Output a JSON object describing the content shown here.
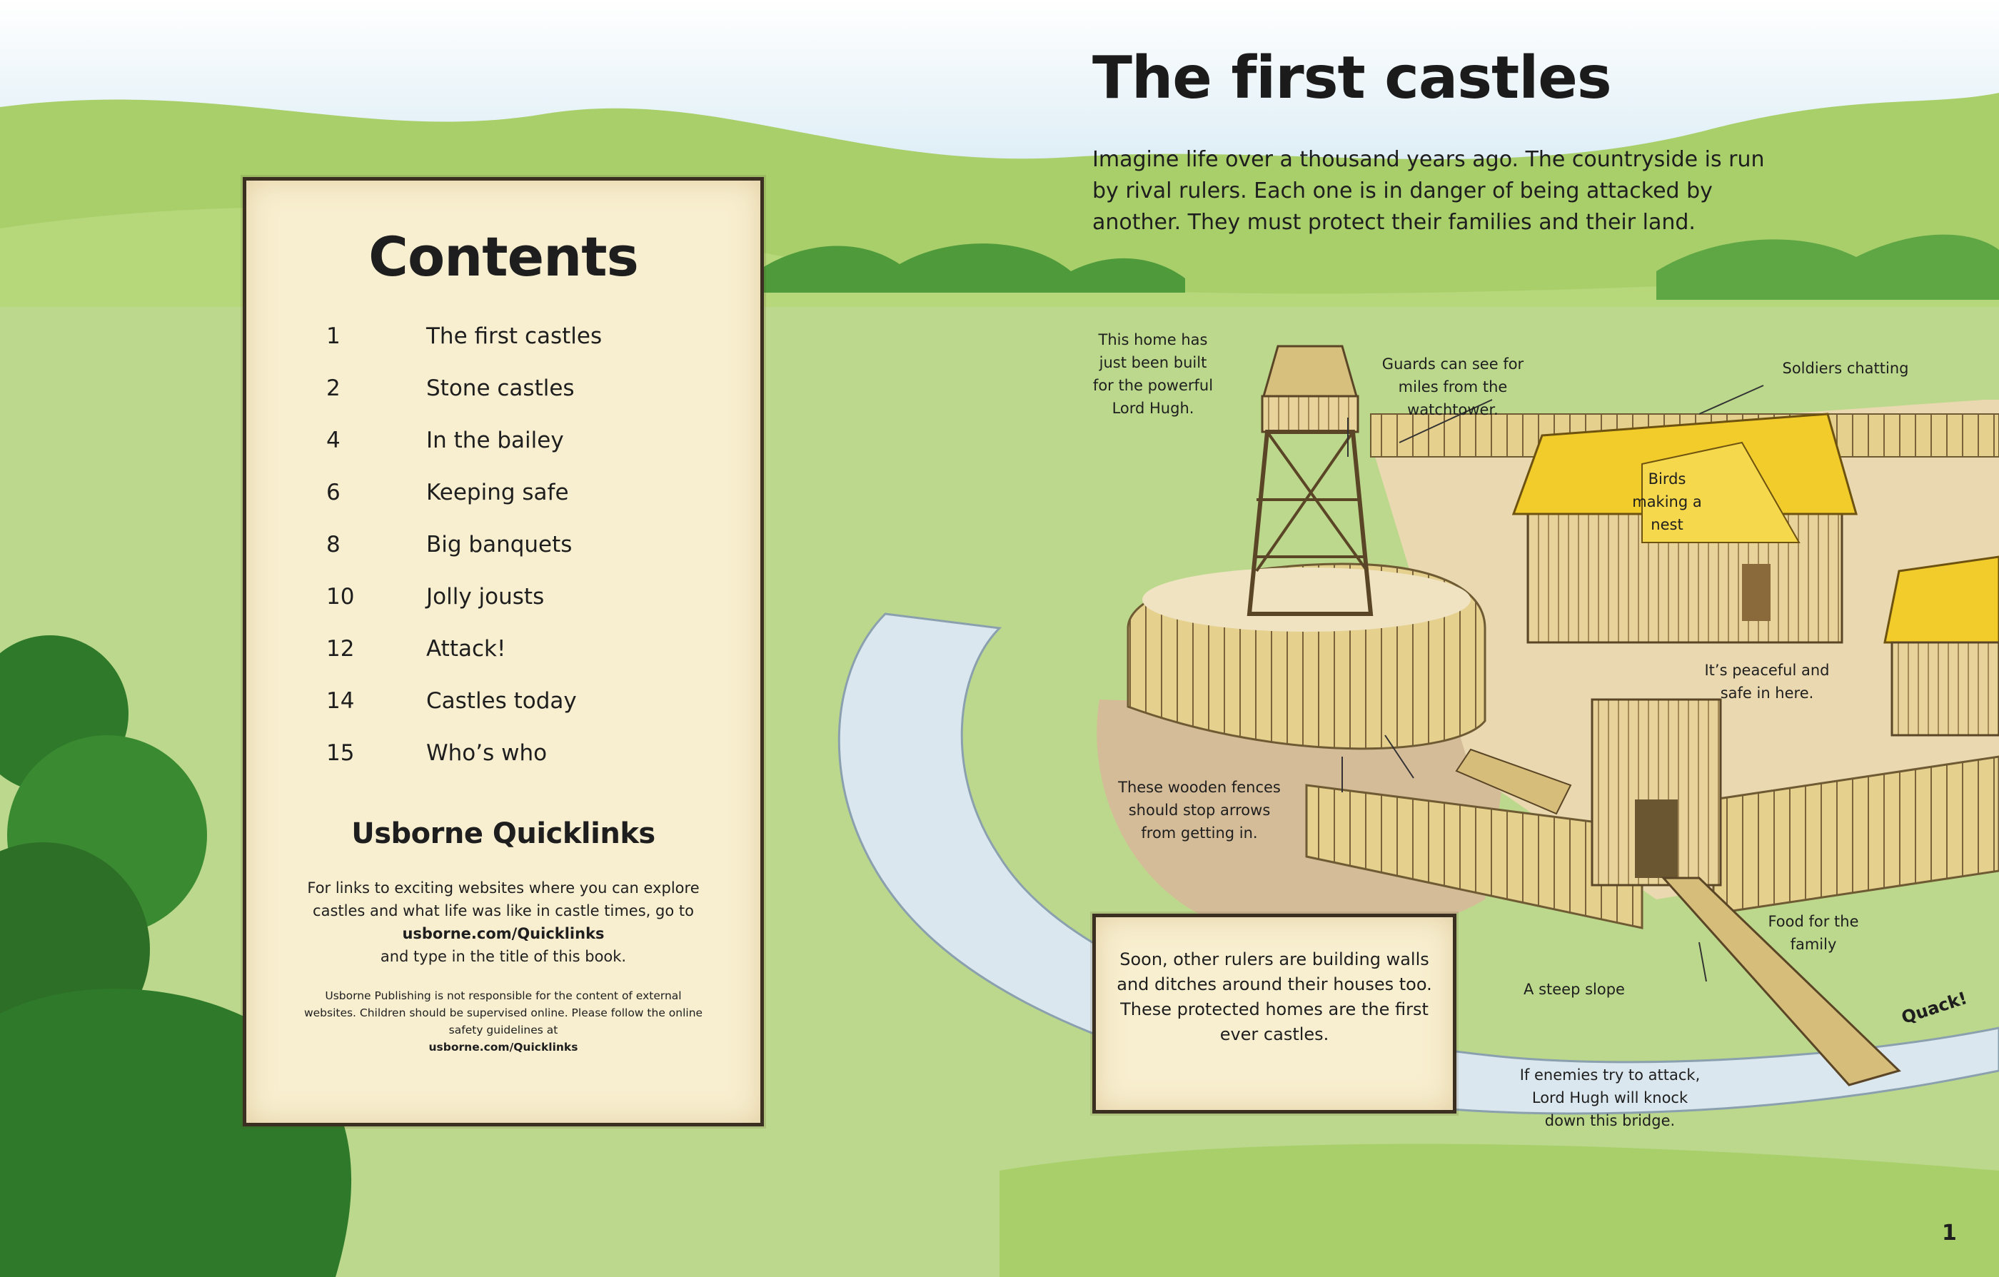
{
  "title": "The first castles",
  "intro": "Imagine life over a thousand years ago. The countryside is run by rival rulers. Each one is in danger of being attacked by another. They must protect their families and their land.",
  "contents": {
    "title": "Contents",
    "items": [
      {
        "page": "1",
        "chapter": "The first castles"
      },
      {
        "page": "2",
        "chapter": "Stone castles"
      },
      {
        "page": "4",
        "chapter": "In the bailey"
      },
      {
        "page": "6",
        "chapter": "Keeping safe"
      },
      {
        "page": "8",
        "chapter": "Big banquets"
      },
      {
        "page": "10",
        "chapter": "Jolly jousts"
      },
      {
        "page": "12",
        "chapter": "Attack!"
      },
      {
        "page": "14",
        "chapter": "Castles today"
      },
      {
        "page": "15",
        "chapter": "Who’s who"
      }
    ]
  },
  "quicklinks": {
    "title": "Usborne Quicklinks",
    "text_1": "For links to exciting websites where you can explore castles and what life was like in castle times, go to",
    "link": "usborne.com/Quicklinks",
    "text_2": "and type in the title of this book.",
    "note": "Usborne Publishing is not responsible for the content of external websites. Children should be supervised online. Please follow the online safety guidelines at",
    "note_link": "usborne.com/Quicklinks"
  },
  "callout": "Soon, other rulers are building walls and ditches around their houses too. These protected homes are the first ever castles.",
  "labels": {
    "home": "This home has just been built for the powerful Lord Hugh.",
    "guards": "Guards can see for miles from the watchtower.",
    "soldiers": "Soldiers chatting",
    "birds": "Birds making a nest",
    "peaceful": "It’s peaceful and safe in here.",
    "fences": "These wooden fences should stop arrows from getting in.",
    "food": "Food for the family",
    "slope": "A steep slope",
    "bridge": "If enemies try to attack, Lord Hugh will knock down this bridge.",
    "quack": "Quack!"
  },
  "page_number": "1",
  "colors": {
    "sky": "#d4e9f3",
    "hills": "#a8cd6a",
    "grass": "#bcd88c",
    "moat": "#dce8ef",
    "wood": "#e2cc8a",
    "thatch": "#f2cc2a",
    "parchment": "#f8efd0"
  }
}
